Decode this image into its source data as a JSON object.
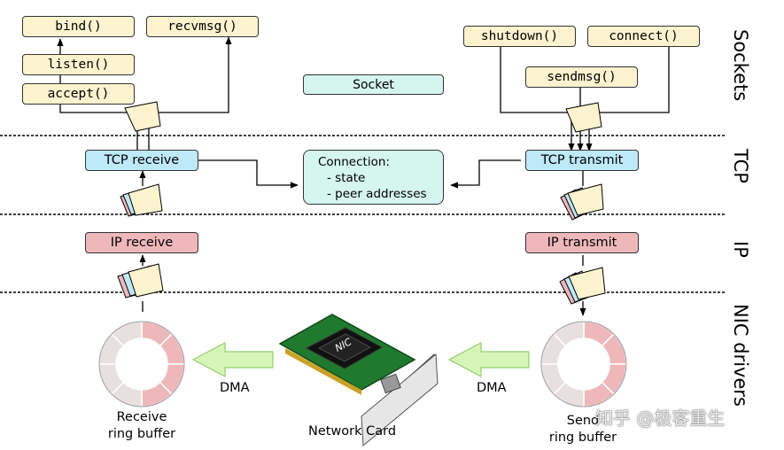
{
  "socket_layer": {
    "calls_left": [
      "bind()",
      "listen()",
      "accept()",
      "recvmsg()"
    ],
    "calls_right": [
      "shutdown()",
      "connect()",
      "sendmsg()"
    ],
    "socket_label": "Socket"
  },
  "tcp_layer": {
    "receive_label": "TCP receive",
    "transmit_label": "TCP transmit",
    "connection": {
      "title": "Connection:",
      "items": [
        "- state",
        "- peer addresses"
      ]
    }
  },
  "ip_layer": {
    "receive_label": "IP receive",
    "transmit_label": "IP transmit"
  },
  "nic_layer": {
    "receive_ring": [
      "Receive",
      "ring buffer"
    ],
    "send_ring": [
      "Send",
      "ring buffer"
    ],
    "dma_labels": [
      "DMA",
      "DMA"
    ],
    "card_label": "Network Card",
    "chip_label": "NIC"
  },
  "layer_labels": [
    "Sockets",
    "TCP",
    "IP",
    "NIC drivers"
  ],
  "watermark": "知乎 @极客重生",
  "colors": {
    "api_box": "#fdf3cf",
    "tcp_box": "#bde9f8",
    "ip_box": "#eeb8bb",
    "socket_box": "#d5f5ef",
    "ring_segment": "#eeb8bb",
    "ring_empty": "#e8dfdf",
    "dma_arrow": "#d8f5b8",
    "card_pcb": "#1f7a2e",
    "packet_front": "#fdf3cf",
    "packet_mid": "#bde9f8",
    "packet_back": "#eeb8bb"
  }
}
